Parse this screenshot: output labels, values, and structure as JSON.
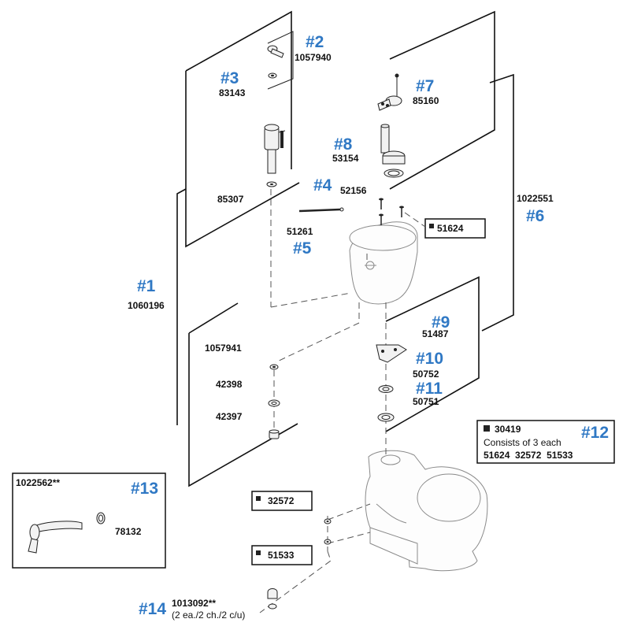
{
  "callouts": {
    "c1": "#1",
    "c2": "#2",
    "c3": "#3",
    "c4": "#4",
    "c5": "#5",
    "c6": "#6",
    "c7": "#7",
    "c8": "#8",
    "c9": "#9",
    "c10": "#10",
    "c11": "#11",
    "c12": "#12",
    "c13": "#13",
    "c14": "#14"
  },
  "part_numbers": {
    "p1060196": "1060196",
    "p1057940": "1057940",
    "p83143": "83143",
    "p85160": "85160",
    "p53154": "53154",
    "p52156": "52156",
    "p85307": "85307",
    "p51261": "51261",
    "p1022551": "1022551",
    "p51624": "51624",
    "p51487": "51487",
    "p1057941": "1057941",
    "p50752": "50752",
    "p42398": "42398",
    "p50751": "50751",
    "p42397": "42397",
    "p32572": "32572",
    "p51533": "51533",
    "p1022562": "1022562**",
    "p78132": "78132",
    "p1013092": "1013092**"
  },
  "kit12": {
    "part": "30419",
    "line1": "Consists of 3 each",
    "line2": "51624  32572  51533"
  },
  "kit14_note": "(2 ea./2 ch./2 c/u)",
  "icons": {
    "bullet": "filled-square-icon"
  }
}
